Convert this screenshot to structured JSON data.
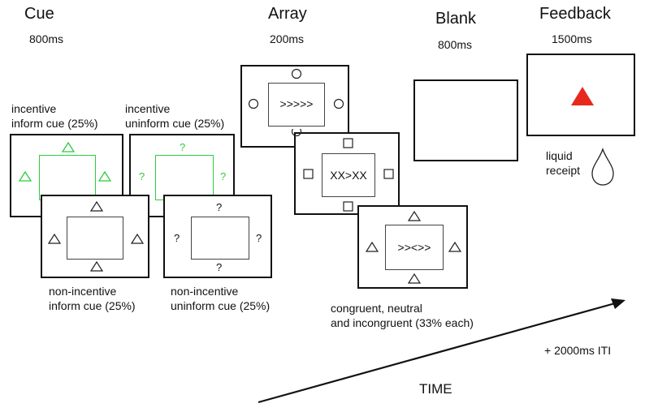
{
  "phases": {
    "cue": {
      "title": "Cue",
      "duration": "800ms"
    },
    "array": {
      "title": "Array",
      "duration": "200ms"
    },
    "blank": {
      "title": "Blank",
      "duration": "800ms"
    },
    "feedback": {
      "title": "Feedback",
      "duration": "1500ms"
    }
  },
  "cue_conditions": {
    "incentive_inform": {
      "line1": "incentive",
      "line2": "inform cue (25%)"
    },
    "incentive_uninform": {
      "line1": "incentive",
      "line2": "uninform cue (25%)"
    },
    "noninc_inform": {
      "line1": "non-incentive",
      "line2": "inform cue (25%)"
    },
    "noninc_uninform": {
      "line1": "non-incentive",
      "line2": "uninform cue (25%)"
    }
  },
  "symbols": {
    "question": "?"
  },
  "arrays": {
    "congruent": ">>>>>",
    "neutral": "XX>XX",
    "incongruent": ">><>>",
    "caption_line1": "congruent, neutral",
    "caption_line2": "and incongruent (33% each)"
  },
  "feedback": {
    "reward_line1": "liquid",
    "reward_line2": "receipt",
    "reward_color": "#e8281c"
  },
  "timeline": {
    "label": "TIME",
    "iti": "+ 2000ms ITI"
  },
  "colors": {
    "incentive_cue": "#2ecc40"
  }
}
